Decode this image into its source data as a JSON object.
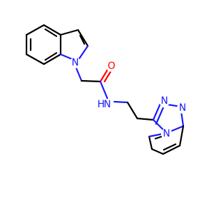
{
  "molecule": {
    "atoms": {
      "n_indole": {
        "symbol": "N",
        "color": "#1a1aff"
      },
      "o_carbonyl": {
        "symbol": "O",
        "color": "#ff0000"
      },
      "n_amide": {
        "symbol": "N",
        "color": "#1a1aff"
      },
      "h_amide": {
        "symbol": "H",
        "color": "#1a1aff"
      },
      "n_triazole_a": {
        "symbol": "N",
        "color": "#1a1aff"
      },
      "n_triazole_b": {
        "symbol": "N",
        "color": "#1a1aff"
      },
      "n_bridge": {
        "symbol": "N",
        "color": "#1a1aff"
      }
    }
  },
  "colors": {
    "bond": "#000000",
    "nitrogen": "#1a1aff",
    "oxygen": "#ff0000",
    "background": "#ffffff"
  }
}
